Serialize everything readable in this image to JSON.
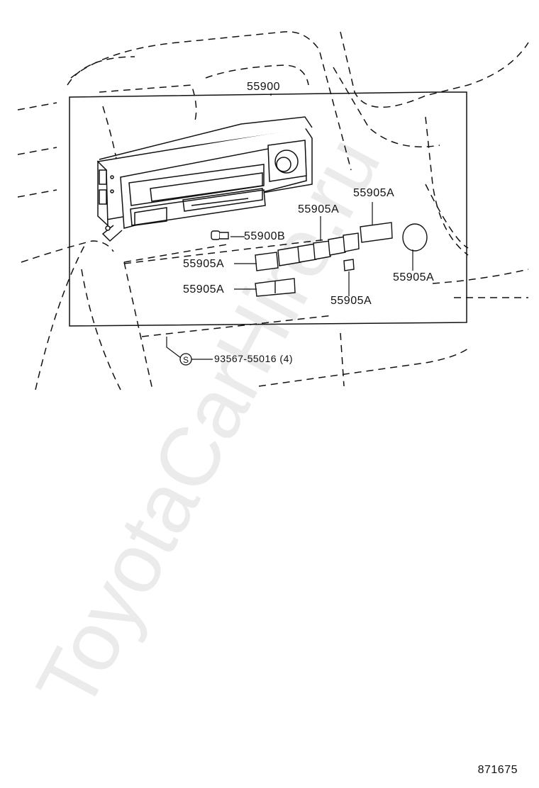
{
  "labels": {
    "assembly": "55900",
    "bulb": "55900B",
    "knob_top": "55905A",
    "knob_upper_right": "55905A",
    "knob_left_upper": "55905A",
    "knob_left_lower": "55905A",
    "knob_lower_mid": "55905A",
    "knob_right": "55905A",
    "screw": "93567-55016 (4)",
    "screw_symbol": "S"
  },
  "diagram_id": "871675",
  "watermark": "ToyotaCarHire.ru",
  "colors": {
    "line": "#111111",
    "watermark": "#ebebeb"
  }
}
